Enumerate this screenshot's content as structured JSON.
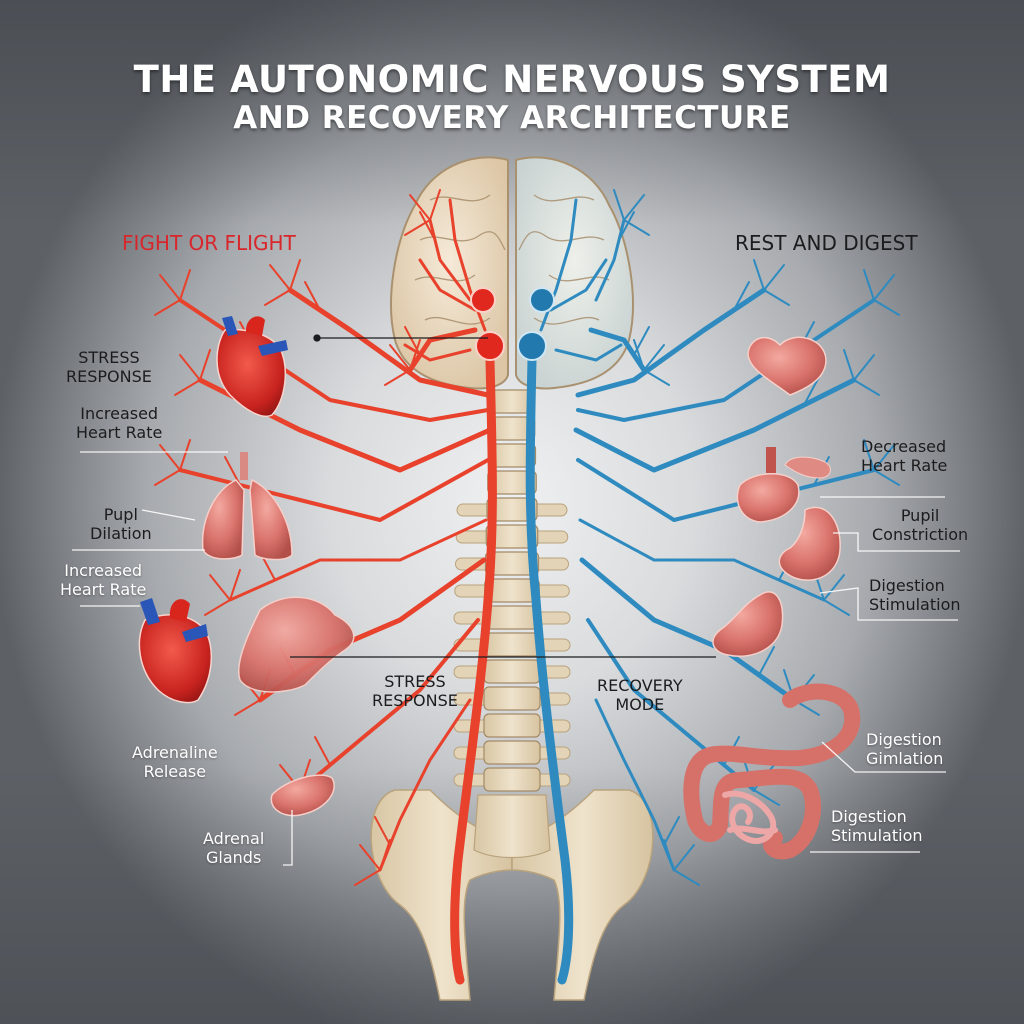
{
  "title": {
    "line1": "THE AUTONOMIC NERVOUS SYSTEM",
    "line2": "AND RECOVERY ARCHITECTURE"
  },
  "sympathetic": {
    "heading": "FIGHT OR FLIGHT",
    "labels": {
      "stress_response": "STRESS\nRESPONSE",
      "increased_heart_rate_1": "Increased\nHeart Rate",
      "pupil_dilation": "Pupl\nDilation",
      "increased_heart_rate_2": "Increased\nHeart Rate",
      "adrenaline_release": "Adrenaline\nRelease",
      "adrenal_glands": "Adrenal\nGlands"
    },
    "center_label": "STRESS\nRESPONSE"
  },
  "parasympathetic": {
    "heading": "REST AND DIGEST",
    "labels": {
      "decreased_heart_rate": "Decreased\nHeart Rate",
      "pupil_constriction": "Pupil\nConstriction",
      "digestion_stimulation_1": "Digestion\nStimulation",
      "digestion_gimlation": "Digestion\nGimlation",
      "digestion_stimulation_2": "Digestion\nStimulation"
    },
    "center_label": "RECOVERY\nMODE"
  },
  "colors": {
    "sympathetic": "#e8412c",
    "parasympathetic": "#2f8bbf",
    "organ": "#d9736c",
    "bone": "#e3d4b8",
    "heading_red": "#d8262b"
  }
}
